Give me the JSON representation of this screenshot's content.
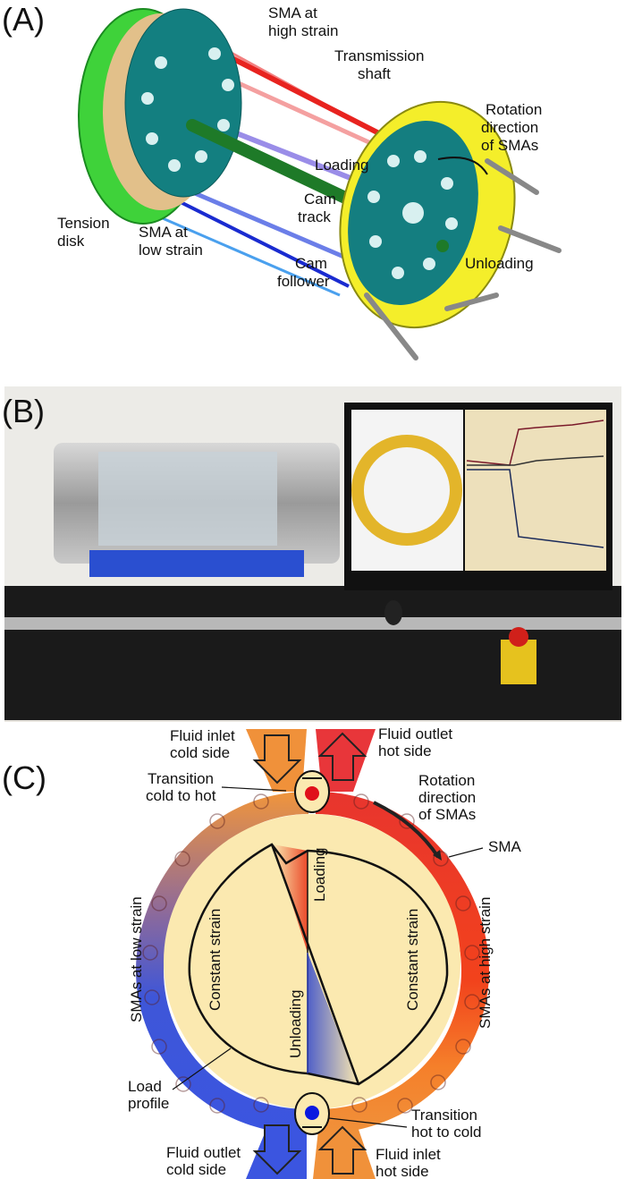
{
  "panel_a": {
    "label": "(A)",
    "sma_high": [
      "SMA at",
      "high strain"
    ],
    "shaft": [
      "Transmission",
      "shaft"
    ],
    "rotation": [
      "Rotation",
      "direction",
      "of SMAs"
    ],
    "loading": "Loading",
    "cam_track": [
      "Cam",
      "track"
    ],
    "tension_disk": [
      "Tension",
      "disk"
    ],
    "sma_low": [
      "SMA at",
      "low strain"
    ],
    "cam_follower": [
      "Cam",
      "follower"
    ],
    "unloading": "Unloading"
  },
  "panel_b": {
    "label": "(B)"
  },
  "panel_c": {
    "label": "(C)",
    "inlet_cold": [
      "Fluid inlet",
      "cold side"
    ],
    "outlet_hot": [
      "Fluid outlet",
      "hot side"
    ],
    "trans_cold_hot": [
      "Transition",
      "cold to hot"
    ],
    "rotation": [
      "Rotation",
      "direction",
      "of SMAs"
    ],
    "sma": "SMA",
    "low_strain": "SMAs at low strain",
    "high_strain": "SMAs at high strain",
    "constant_left": "Constant strain",
    "constant_right": "Constant strain",
    "loading": "Loading",
    "unloading": "Unloading",
    "load_profile": [
      "Load",
      "profile"
    ],
    "trans_hot_cold": [
      "Transition",
      "hot to cold"
    ],
    "outlet_cold": [
      "Fluid outlet",
      "cold side"
    ],
    "inlet_hot": [
      "Fluid inlet",
      "hot side"
    ],
    "colors": {
      "hot": "#e8312a",
      "cold": "#3b55d9",
      "warm": "#f0913a",
      "fill": "#fbe9b0"
    }
  }
}
